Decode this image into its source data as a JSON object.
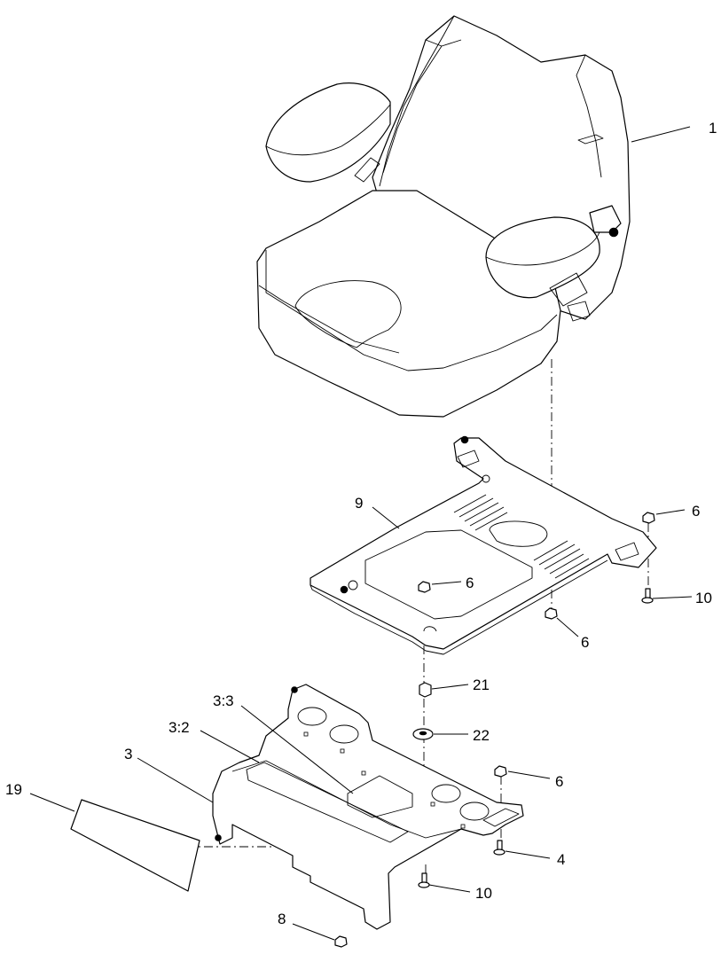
{
  "diagram": {
    "callouts": [
      {
        "id": "c-1",
        "label": "1"
      },
      {
        "id": "c-9",
        "label": "9"
      },
      {
        "id": "c-6a",
        "label": "6"
      },
      {
        "id": "c-6b",
        "label": "6"
      },
      {
        "id": "c-10a",
        "label": "10"
      },
      {
        "id": "c-6c",
        "label": "6"
      },
      {
        "id": "c-21",
        "label": "21"
      },
      {
        "id": "c-22",
        "label": "22"
      },
      {
        "id": "c-3-3",
        "label": "3:3"
      },
      {
        "id": "c-3-2",
        "label": "3:2"
      },
      {
        "id": "c-3",
        "label": "3"
      },
      {
        "id": "c-19",
        "label": "19"
      },
      {
        "id": "c-6d",
        "label": "6"
      },
      {
        "id": "c-4",
        "label": "4"
      },
      {
        "id": "c-10b",
        "label": "10"
      },
      {
        "id": "c-8",
        "label": "8"
      }
    ]
  }
}
